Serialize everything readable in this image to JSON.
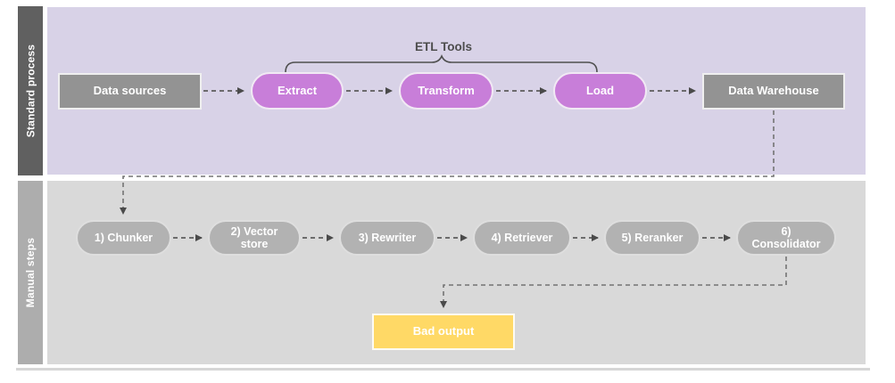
{
  "diagram": {
    "type": "flowchart-swimlane",
    "annotation": {
      "etl_tools_label": "ETL Tools"
    },
    "lanes": [
      {
        "label": "Standard process",
        "label_bg": "#606060",
        "body_bg": "#D8D2E7"
      },
      {
        "label": "Manual steps",
        "label_bg": "#ADADAD",
        "body_bg": "#D9D9D9"
      }
    ],
    "nodes": {
      "data_sources": {
        "label": "Data sources",
        "shape": "rectangle",
        "color": "#939393"
      },
      "extract": {
        "label": "Extract",
        "shape": "pill",
        "color": "#C87ED9"
      },
      "transform": {
        "label": "Transform",
        "shape": "pill",
        "color": "#C87ED9"
      },
      "load": {
        "label": "Load",
        "shape": "pill",
        "color": "#C87ED9"
      },
      "data_warehouse": {
        "label": "Data Warehouse",
        "shape": "rectangle",
        "color": "#939393"
      },
      "chunker": {
        "label": "1) Chunker",
        "shape": "pill",
        "color": "#B2B2B2"
      },
      "vector_store": {
        "label": "2) Vector\nstore",
        "shape": "pill",
        "color": "#B2B2B2"
      },
      "rewriter": {
        "label": "3) Rewriter",
        "shape": "pill",
        "color": "#B2B2B2"
      },
      "retriever": {
        "label": "4) Retriever",
        "shape": "pill",
        "color": "#B2B2B2"
      },
      "reranker": {
        "label": "5) Reranker",
        "shape": "pill",
        "color": "#B2B2B2"
      },
      "consolidator": {
        "label": "6)\nConsolidator",
        "shape": "pill",
        "color": "#B2B2B2"
      },
      "bad_output": {
        "label": "Bad output",
        "shape": "rectangle",
        "color": "#FFD966"
      }
    },
    "edges": [
      "data_sources -> extract",
      "extract -> transform",
      "transform -> load",
      "load -> data_warehouse",
      "data_warehouse -> chunker",
      "chunker -> vector_store",
      "vector_store -> rewriter",
      "rewriter -> retriever",
      "retriever -> reranker",
      "reranker -> consolidator",
      "consolidator -> bad_output"
    ],
    "colors": {
      "etl_pill": "#C87ED9",
      "manual_pill": "#B2B2B2",
      "storage_box": "#939393",
      "bad_output_box": "#FFD966",
      "connector": "#5C5C5C",
      "node_text": "#FFFFFF",
      "annotation_text": "#4D4D4D"
    }
  }
}
